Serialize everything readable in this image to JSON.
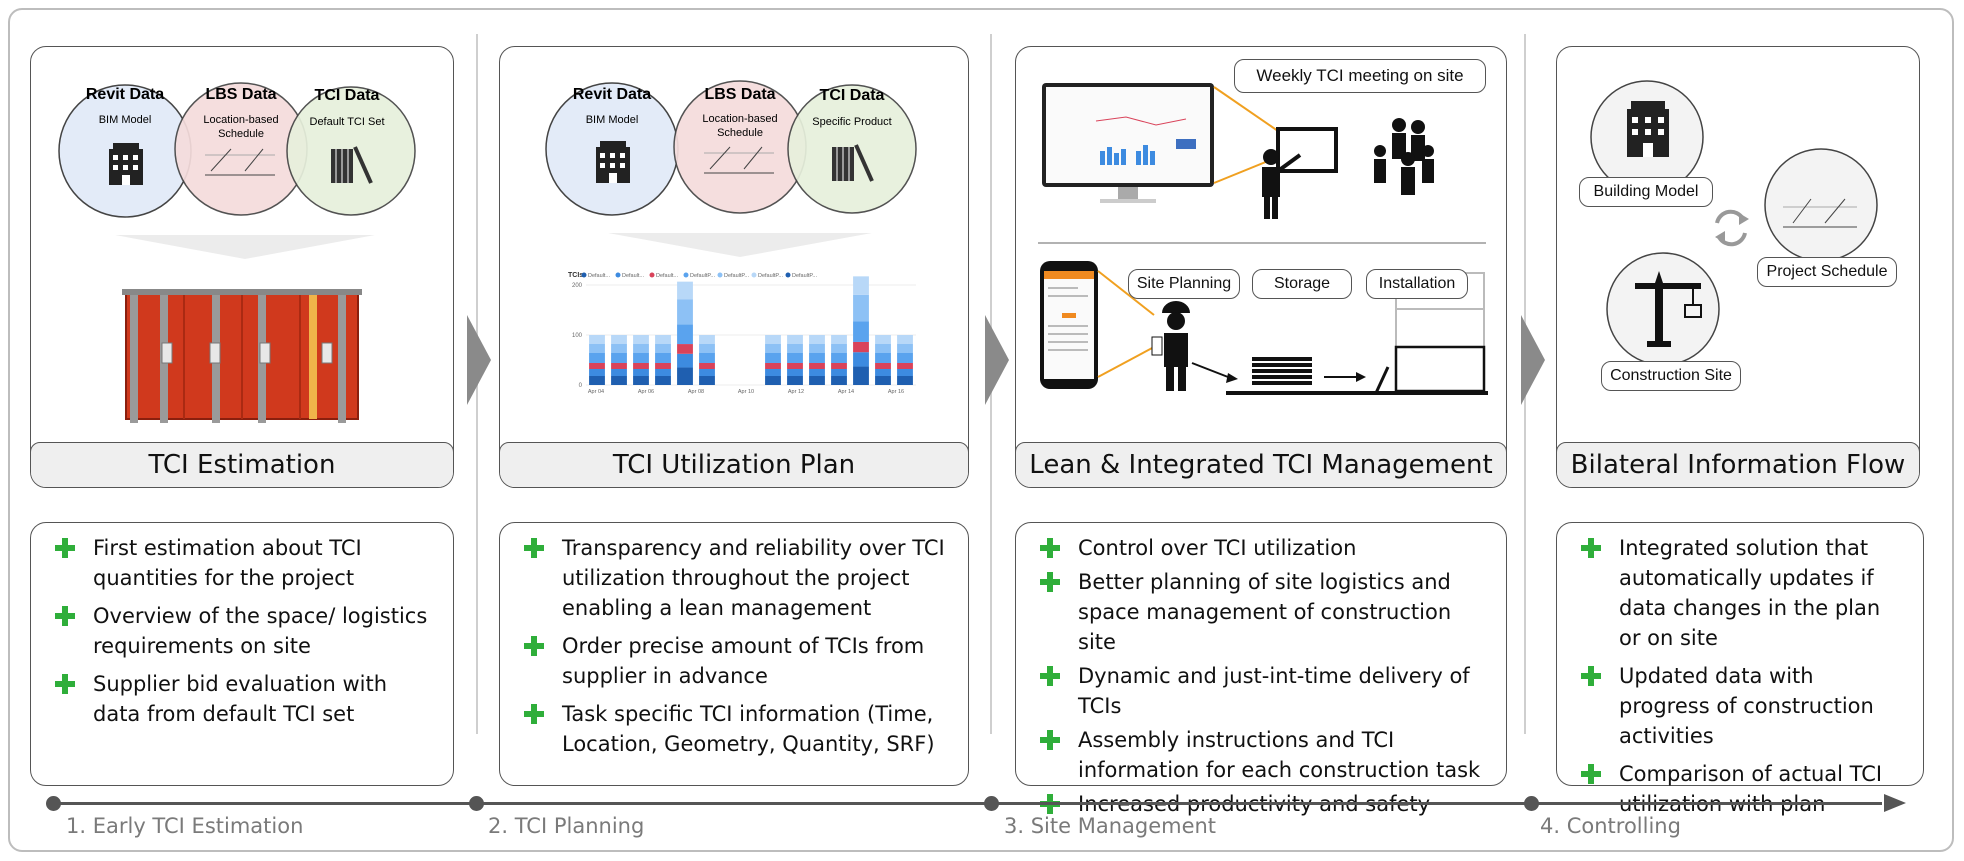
{
  "venn1": {
    "revit": {
      "title": "Revit Data",
      "sub": "BIM Model"
    },
    "lbs": {
      "title": "LBS Data",
      "sub1": "Location-based",
      "sub2": "Schedule"
    },
    "tci": {
      "title": "TCI Data",
      "sub": "Default TCI Set"
    }
  },
  "venn2": {
    "revit": {
      "title": "Revit Data",
      "sub": "BIM Model"
    },
    "lbs": {
      "title": "LBS Data",
      "sub1": "Location-based",
      "sub2": "Schedule"
    },
    "tci": {
      "title": "TCI Data",
      "sub": "Specific Product"
    }
  },
  "panels": [
    {
      "title": "TCI Estimation"
    },
    {
      "title": "TCI Utilization Plan"
    },
    {
      "title": "Lean & Integrated TCI Management"
    },
    {
      "title": "Bilateral Information Flow"
    }
  ],
  "chart_data": {
    "type": "bar",
    "stacked": true,
    "ylabel": "TCIs",
    "yticks": [
      0,
      100,
      200
    ],
    "ylim": [
      0,
      200
    ],
    "xticks": [
      "Apr 04",
      "Apr 06",
      "Apr 08",
      "Apr 10",
      "Apr 12",
      "Apr 14",
      "Apr 16"
    ],
    "legend": [
      "Default...",
      "Default...",
      "Default...",
      "DefaultP...",
      "DefaultP...",
      "DefaultP...",
      "DefaultP..."
    ],
    "totals": [
      100,
      100,
      100,
      100,
      195,
      100,
      0,
      0,
      100,
      100,
      100,
      100,
      205,
      100,
      100
    ],
    "colors": [
      "#1f5fb0",
      "#3d8be0",
      "#d9435a",
      "#5aa3ee",
      "#8dc1f5",
      "#b8d8f8"
    ]
  },
  "panel3": {
    "meeting_label": "Weekly TCI meeting on site",
    "tags": [
      "Site Planning",
      "Storage",
      "Installation"
    ]
  },
  "panel4": {
    "building_label": "Building Model",
    "schedule_label": "Project Schedule",
    "site_label": "Construction Site"
  },
  "bullets": [
    [
      "First estimation about TCI quantities for the project",
      "Overview of the space/ logistics requirements on site",
      "Supplier bid evaluation with data from default TCI set"
    ],
    [
      "Transparency and reliability over TCI utilization throughout the project enabling a lean management",
      "Order precise amount of TCIs from supplier in advance",
      "Task specific TCI information (Time, Location, Geometry, Quantity, SRF)"
    ],
    [
      "Control over TCI utilization",
      "Better planning of site logistics and space management of construction site",
      "Dynamic and just-int-time delivery of TCIs",
      "Assembly instructions and TCI information for each construction task",
      "Increased productivity and safety"
    ],
    [
      "Integrated solution that automatically updates if data changes in the plan or on site",
      "Updated data with progress of construction activities",
      "Comparison of actual TCI utilization with plan"
    ]
  ],
  "timeline": [
    "1. Early TCI Estimation",
    "2. TCI Planning",
    "3. Site Management",
    "4. Controlling"
  ],
  "colors": {
    "plus": "#2fae3a",
    "revit_fill": "#e3ebf8",
    "lbs_fill": "#f5dcdc",
    "tci_fill": "#e7f0dc"
  }
}
